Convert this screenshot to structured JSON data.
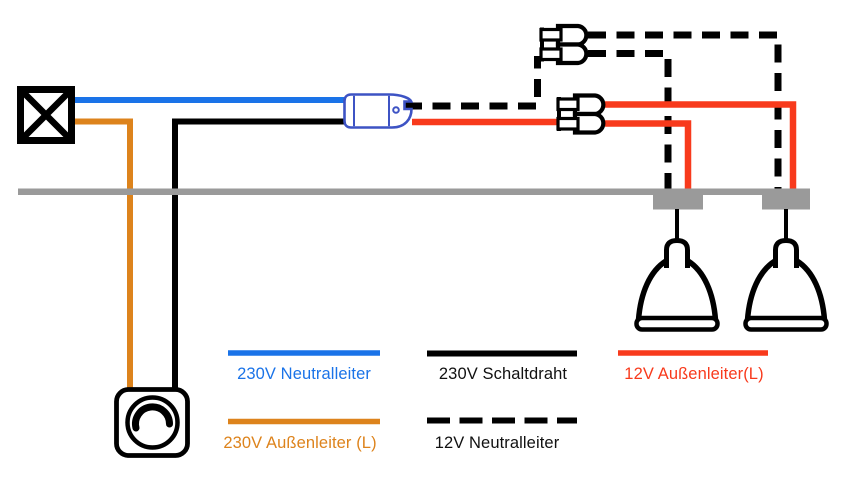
{
  "page": {
    "background": "#ffffff"
  },
  "legend": {
    "items": [
      {
        "id": "neutral-230v",
        "label": "230V Neutralleiter",
        "color": "#1a73e8",
        "line_style": "solid"
      },
      {
        "id": "schaltdraht-230v",
        "label": "230V Schaltdraht",
        "color": "#000000",
        "line_style": "solid"
      },
      {
        "id": "aussenleiter-12v",
        "label": "12V Außenleiter(L)",
        "color": "#f83a1c",
        "line_style": "solid"
      },
      {
        "id": "aussenleiter-230v",
        "label": "230V Außenleiter (L)",
        "color": "#dd831c",
        "line_style": "solid"
      },
      {
        "id": "neutral-12v",
        "label": "12V Neutralleiter",
        "color": "#000000",
        "line_style": "dashed"
      }
    ]
  },
  "diagram": {
    "components": [
      {
        "icon": "junction-box-icon"
      },
      {
        "icon": "rotary-dimmer-icon"
      },
      {
        "icon": "electronic-transformer-icon"
      },
      {
        "icon": "lamp-connector-icon",
        "count": 2
      },
      {
        "icon": "ceiling-bar"
      },
      {
        "icon": "mounting-block",
        "count": 2
      },
      {
        "icon": "halogen-spot-lamp-icon",
        "count": 2
      }
    ],
    "colors": {
      "wire_blue": "#1a73e8",
      "wire_orange": "#dd831c",
      "wire_red": "#f83a1c",
      "wire_black": "#000000",
      "ceiling_gray": "#9a9a9a",
      "transformer_outline": "#3d53c4"
    }
  }
}
